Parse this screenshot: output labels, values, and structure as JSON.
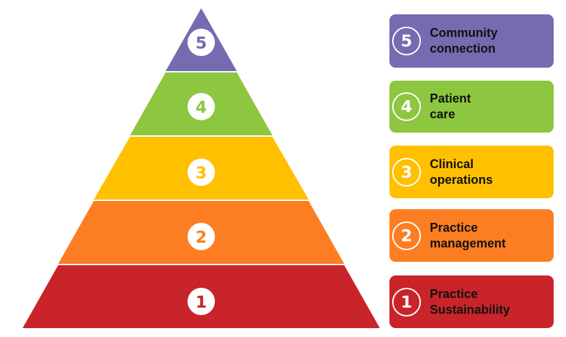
{
  "levels": [
    {
      "number": "1",
      "line1": "Practice",
      "line2": "Sustainability",
      "color": "#C8242A"
    },
    {
      "number": "2",
      "line1": "Practice",
      "line2": "management",
      "color": "#FD7E22"
    },
    {
      "number": "3",
      "line1": "Clinical",
      "line2": "operations",
      "color": "#FFC000"
    },
    {
      "number": "4",
      "line1": "Patient",
      "line2": "care",
      "color": "#8DC63F"
    },
    {
      "number": "5",
      "line1": "Community",
      "line2": "connection",
      "color": "#756BB0"
    }
  ]
}
